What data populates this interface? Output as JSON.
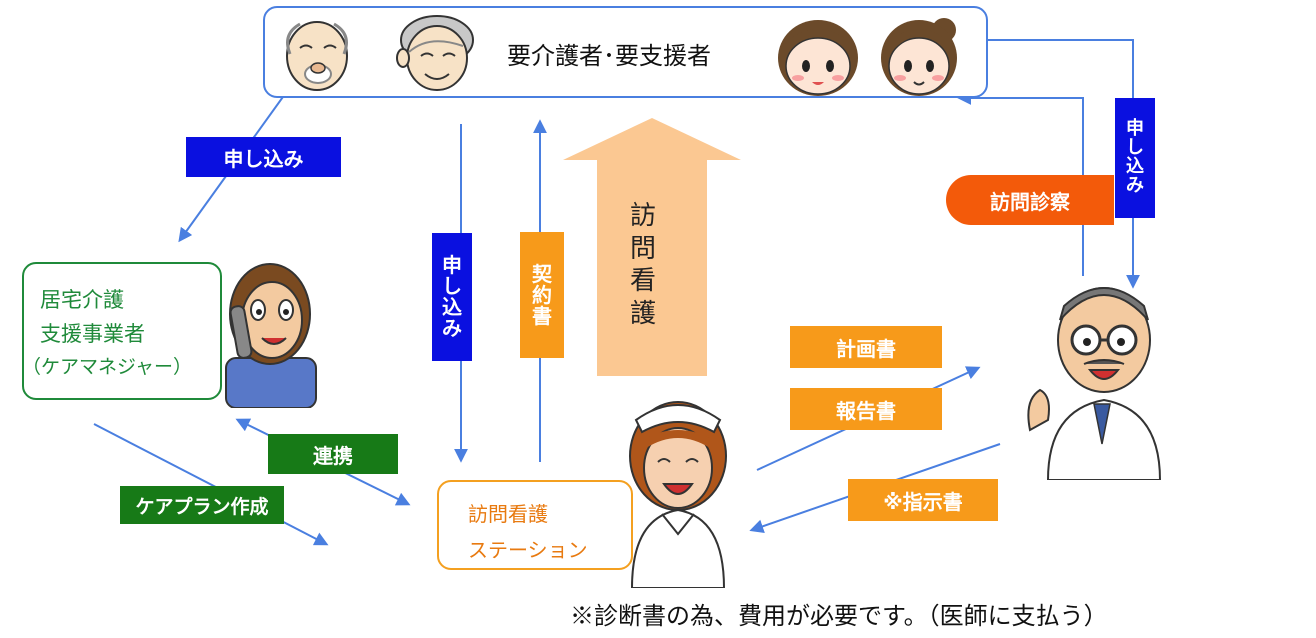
{
  "top_group": {
    "title": "要介護者･要支援者"
  },
  "care_manager": {
    "lines": [
      "居宅介護",
      "支援事業者",
      "（ケアマネジャー）"
    ]
  },
  "station": {
    "lines": [
      "訪問看護",
      "ステーション"
    ]
  },
  "labels": {
    "apply_left": "申し込み",
    "apply_center": [
      "申",
      "し",
      "込",
      "み"
    ],
    "contract": [
      "契",
      "約",
      "書"
    ],
    "visit_nursing": [
      "訪",
      "問",
      "看",
      "護"
    ],
    "visit_exam": "訪問診察",
    "apply_right": [
      "申",
      "し",
      "込",
      "み"
    ],
    "plan": "計画書",
    "report": "報告書",
    "instruction": "※指示書",
    "cooperation": "連携",
    "care_plan": "ケアプラン作成"
  },
  "footnote": "※診断書の為、費用が必要です。（医師に支払う）",
  "colors": {
    "blue_label": "#0a10e0",
    "orange_label": "#f79a1a",
    "green_label": "#177a17",
    "visit_exam": "#f35a0a",
    "big_arrow": "#fbc892",
    "line_blue": "#4a7fe0",
    "border_green": "#1f8a3a",
    "border_orange": "#f4a020"
  },
  "icons": [
    "elderly-man-icon",
    "elderly-woman-icon",
    "young-woman-icon",
    "young-woman-2-icon",
    "care-manager-phone-icon",
    "nurse-icon",
    "doctor-icon"
  ]
}
